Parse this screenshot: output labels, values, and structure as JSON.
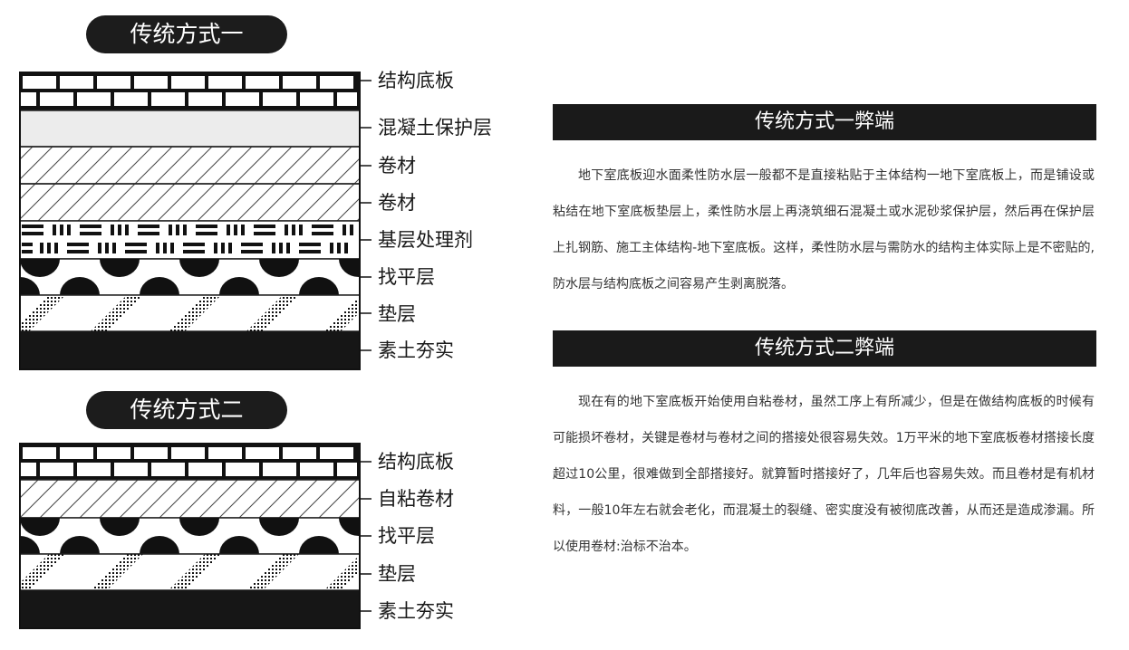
{
  "method1": {
    "title": "传统方式一",
    "layers": [
      "结构底板",
      "混凝土保护层",
      "卷材",
      "卷材",
      "基层处理剂",
      "找平层",
      "垫层",
      "素土夯实"
    ]
  },
  "method2": {
    "title": "传统方式二",
    "layers": [
      "结构底板",
      "自粘卷材",
      "找平层",
      "垫层",
      "素土夯实"
    ]
  },
  "sections": [
    {
      "heading": "传统方式一弊端",
      "text": "地下室底板迎水面柔性防水层一般都不是直接粘贴于主体结构一地下室底板上，而是铺设或粘结在地下室底板垫层上，柔性防水层上再浇筑细石混凝土或水泥砂浆保护层，然后再在保护层上扎钢筋、施工主体结构-地下室底板。这样，柔性防水层与需防水的结构主体实际上是不密贴的,防水层与结构底板之间容易产生剥离脱落。"
    },
    {
      "heading": "传统方式二弊端",
      "text": "现在有的地下室底板开始使用自粘卷材，虽然工序上有所减少，但是在做结构底板的时候有可能损坏卷材，关键是卷材与卷材之间的搭接处很容易失效。1万平米的地下室底板卷材搭接长度超过10公里，很难做到全部搭接好。就算暂时搭接好了，几年后也容易失效。而且卷材是有机材料，一般10年左右就会老化，而混凝土的裂缝、密实度没有被彻底改善，从而还是造成渗漏。所以使用卷材:治标不治本。"
    }
  ]
}
